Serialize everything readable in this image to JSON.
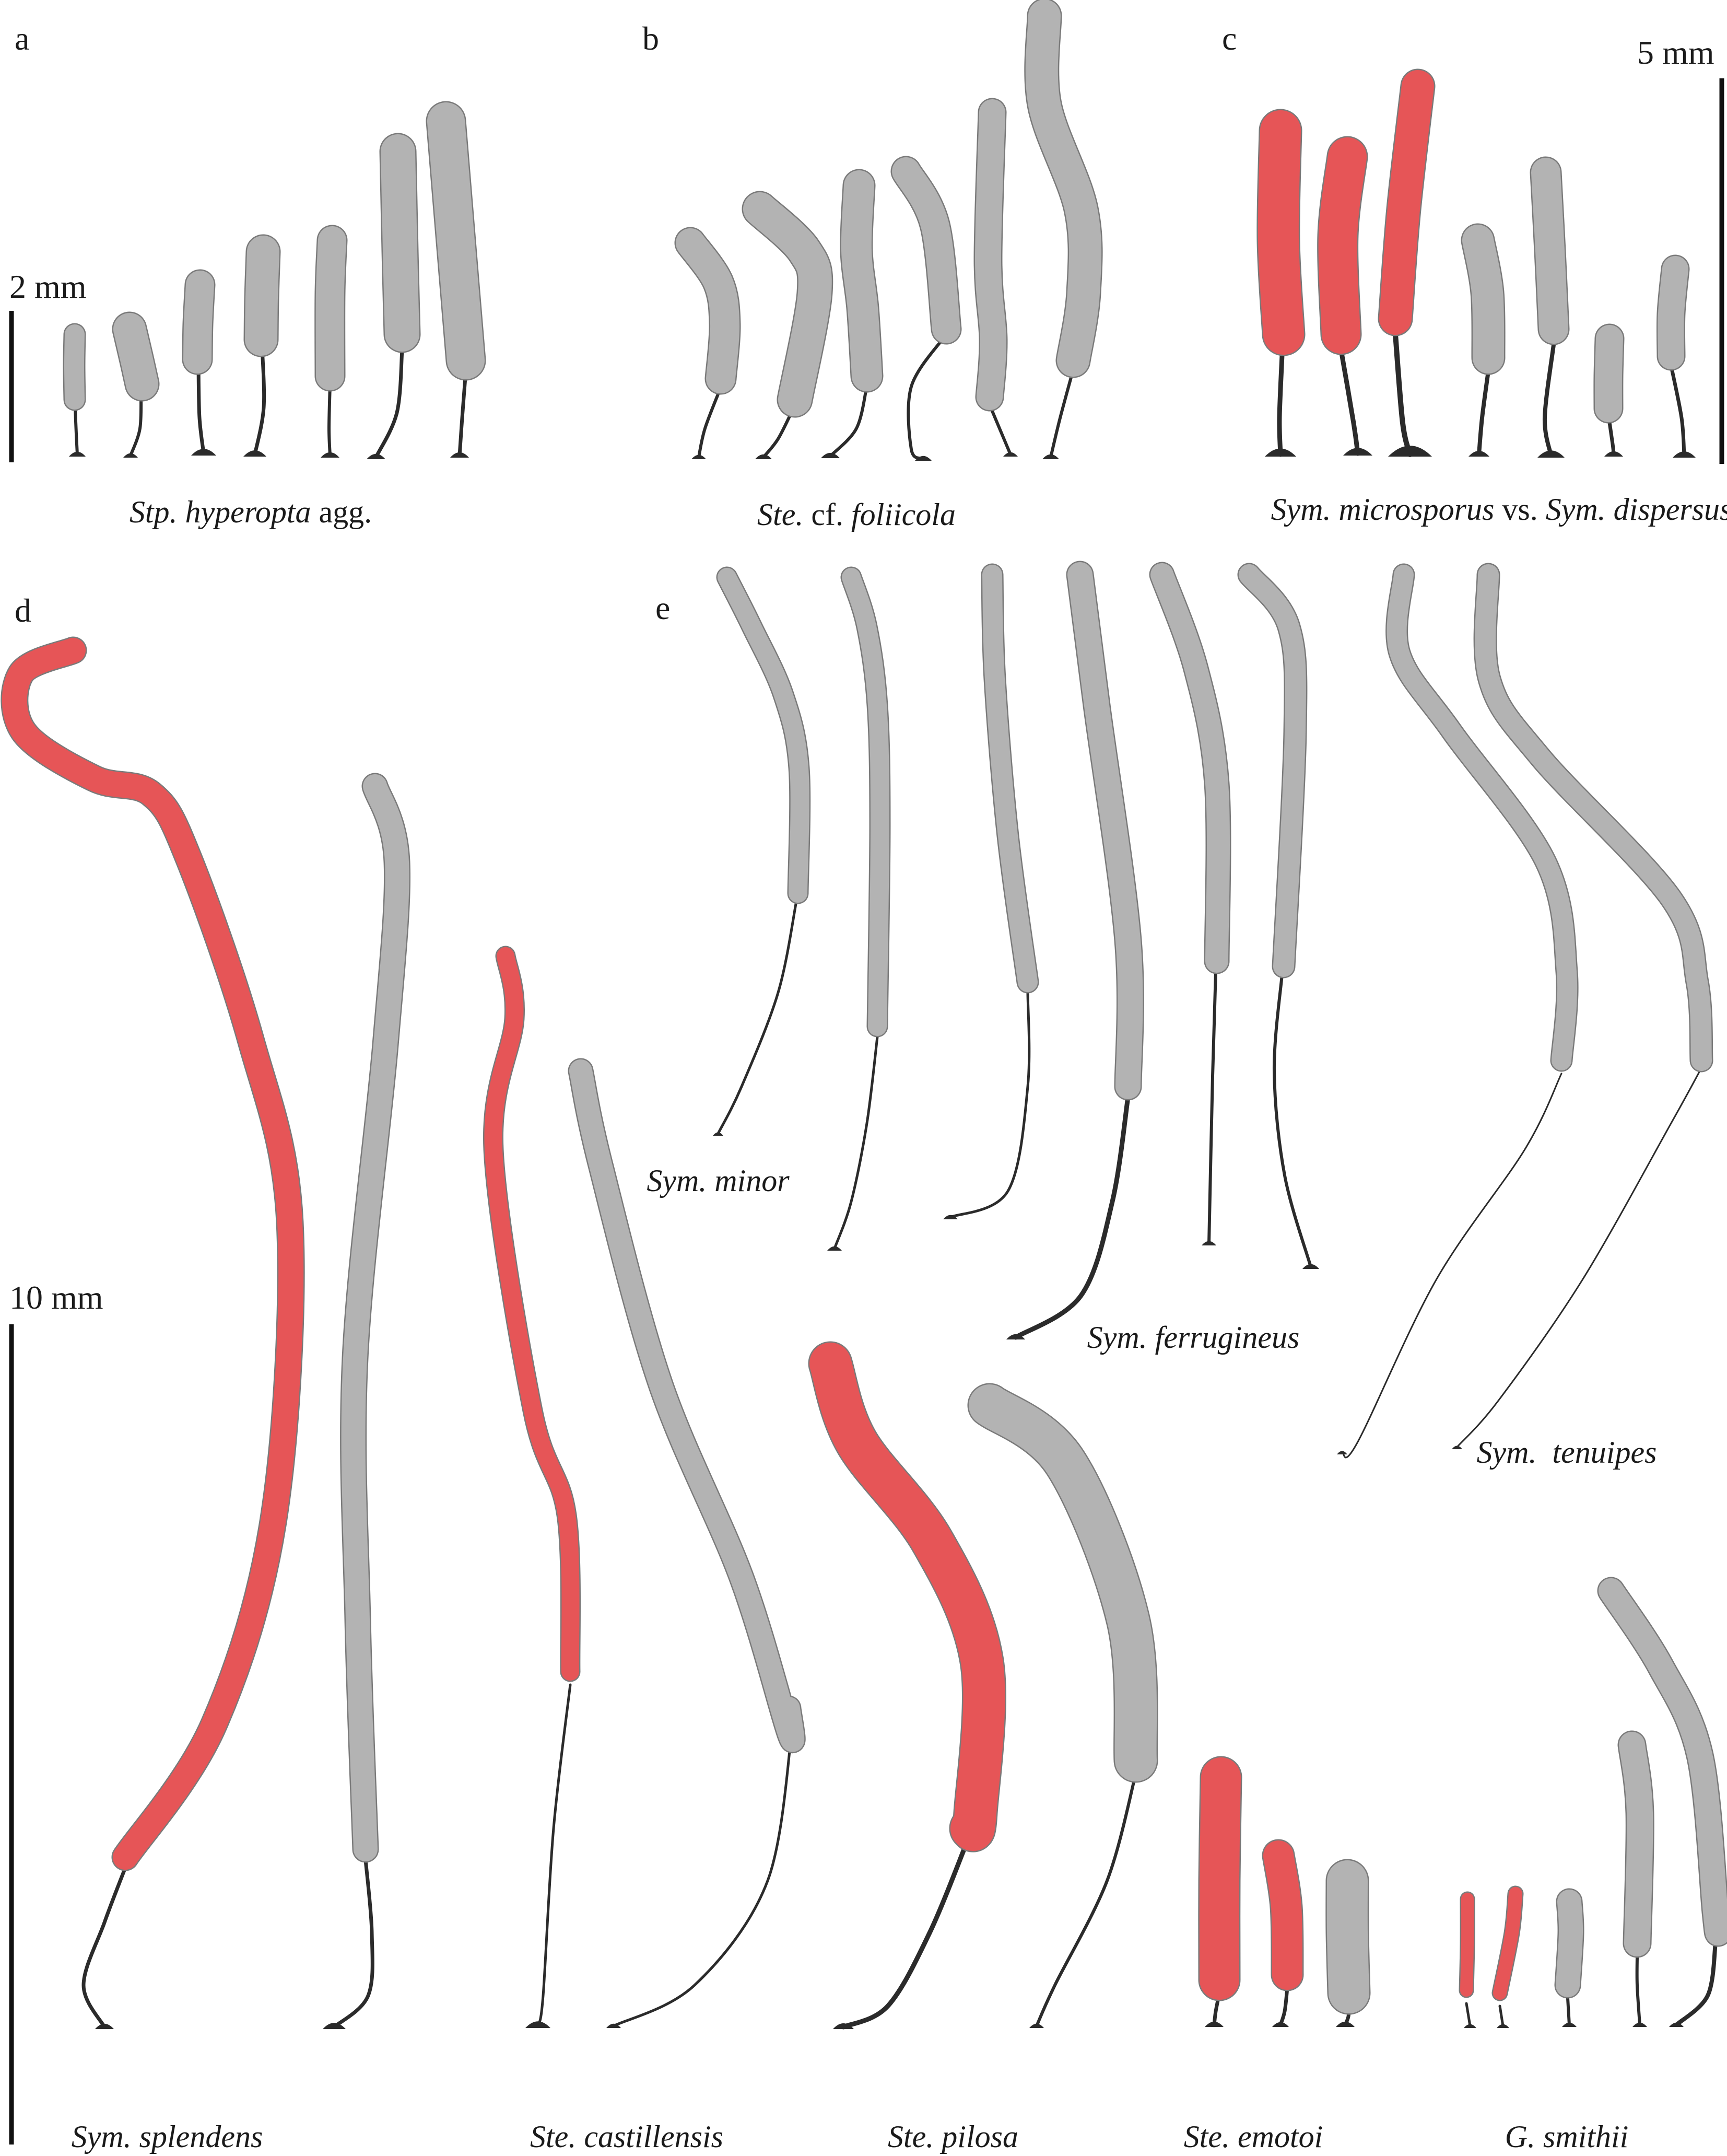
{
  "panels": {
    "a": {
      "label": "a",
      "scale_label": "2 mm",
      "caption_genus": "Stp.",
      "caption_species": "hyperopta",
      "caption_suffix": "agg."
    },
    "b": {
      "label": "b",
      "caption_genus": "Ste.",
      "caption_mid": "cf.",
      "caption_species": "foliicola"
    },
    "c": {
      "label": "c",
      "scale_label": "5 mm",
      "caption_left": "Sym. microsporus",
      "caption_mid": "vs.",
      "caption_right": "Sym. dispersus"
    },
    "d": {
      "label": "d",
      "scale_label": "10 mm",
      "captions": [
        "Sym. splendens",
        "Ste. castillensis",
        "Ste. pilosa",
        "Ste. emotoi",
        "G. smithii"
      ]
    },
    "e": {
      "label": "e",
      "captions": [
        "Sym. minor",
        "Sym. ferrugineus",
        "Sym.  tenuipes"
      ]
    }
  },
  "colors": {
    "highlight": "#e65557",
    "default": "#b3b3b3",
    "stalk": "#2b2b2b"
  }
}
